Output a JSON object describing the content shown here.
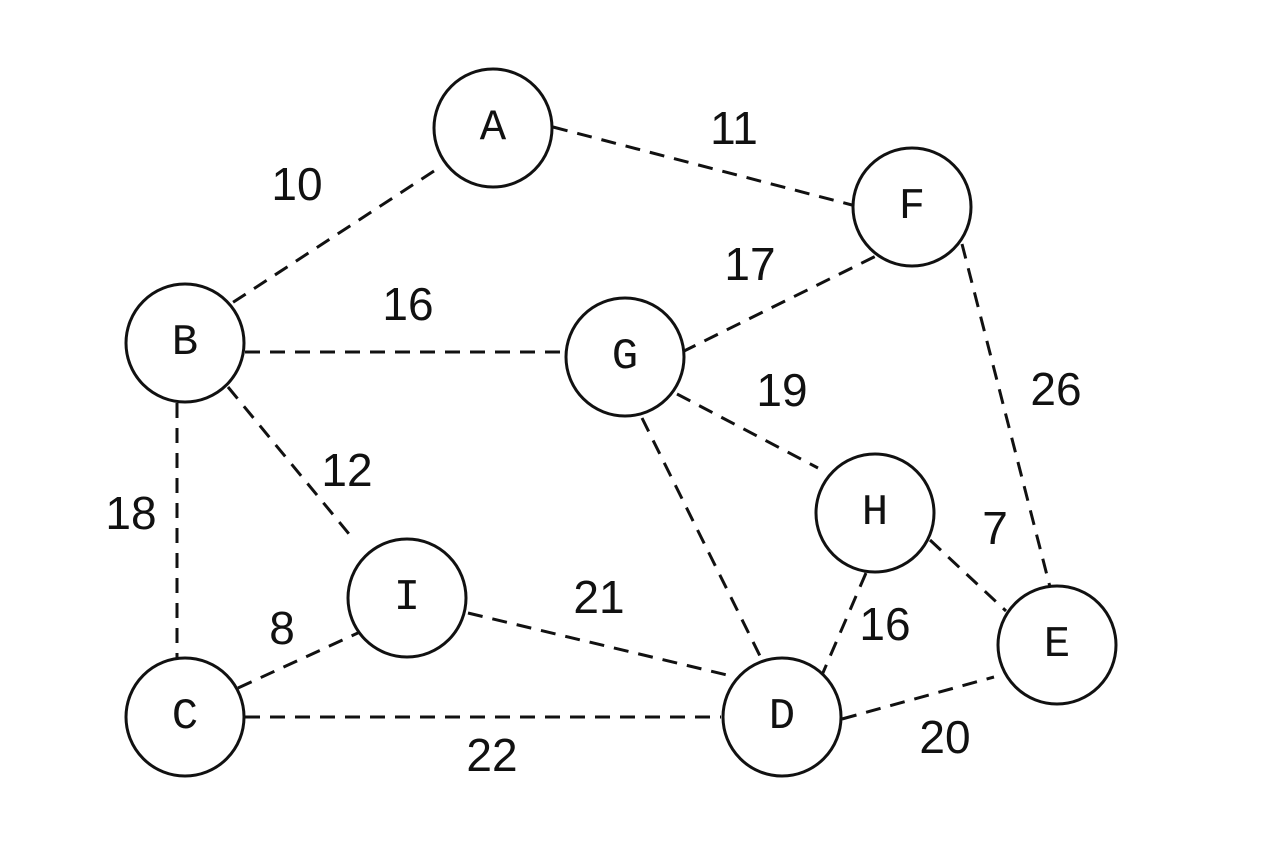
{
  "graph": {
    "nodes": [
      {
        "id": "A",
        "label": "A"
      },
      {
        "id": "B",
        "label": "B"
      },
      {
        "id": "C",
        "label": "C"
      },
      {
        "id": "D",
        "label": "D"
      },
      {
        "id": "E",
        "label": "E"
      },
      {
        "id": "F",
        "label": "F"
      },
      {
        "id": "G",
        "label": "G"
      },
      {
        "id": "H",
        "label": "H"
      },
      {
        "id": "I",
        "label": "I"
      }
    ],
    "edges": [
      {
        "from": "A",
        "to": "B",
        "weight": "10"
      },
      {
        "from": "A",
        "to": "F",
        "weight": "11"
      },
      {
        "from": "B",
        "to": "G",
        "weight": "16"
      },
      {
        "from": "B",
        "to": "I",
        "weight": "12"
      },
      {
        "from": "B",
        "to": "C",
        "weight": "18"
      },
      {
        "from": "C",
        "to": "I",
        "weight": "8"
      },
      {
        "from": "C",
        "to": "D",
        "weight": "22"
      },
      {
        "from": "I",
        "to": "D",
        "weight": "21"
      },
      {
        "from": "G",
        "to": "F",
        "weight": "17"
      },
      {
        "from": "G",
        "to": "H",
        "weight": "19"
      },
      {
        "from": "G",
        "to": "D",
        "weight": ""
      },
      {
        "from": "F",
        "to": "E",
        "weight": "26"
      },
      {
        "from": "H",
        "to": "E",
        "weight": "7"
      },
      {
        "from": "H",
        "to": "D",
        "weight": "16"
      },
      {
        "from": "D",
        "to": "E",
        "weight": "20"
      }
    ]
  }
}
